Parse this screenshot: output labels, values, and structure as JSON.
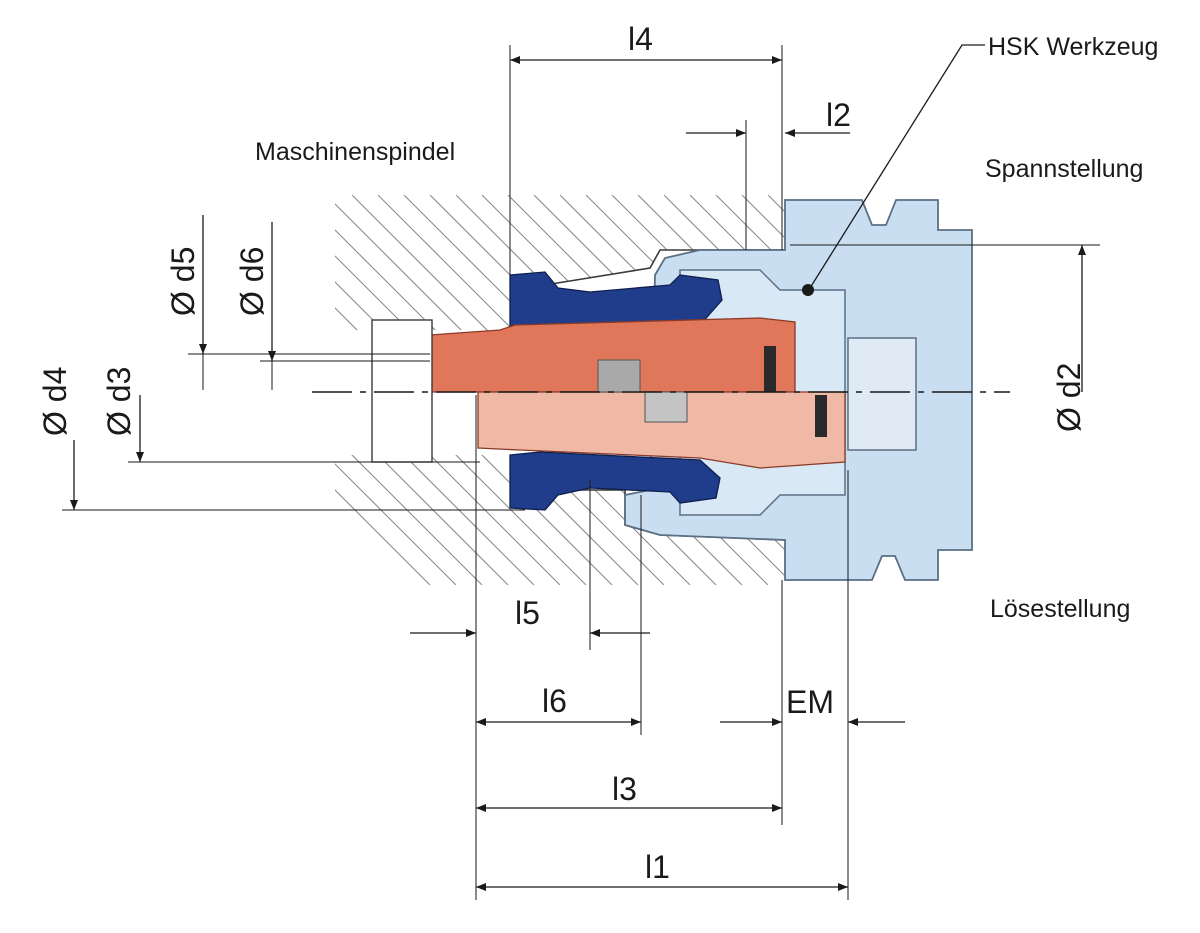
{
  "labels": {
    "spindle": "Maschinenspindel",
    "tool": "HSK Werkzeug",
    "clamped": "Spannstellung",
    "released": "Lösestellung"
  },
  "dimensions": {
    "l1": "l1",
    "l2": "l2",
    "l3": "l3",
    "l4": "l4",
    "l5": "l5",
    "l6": "l6",
    "em": "EM",
    "d2": "Ø d2",
    "d3": "Ø d3",
    "d4": "Ø d4",
    "d5": "Ø d5",
    "d6": "Ø d6"
  },
  "colors": {
    "tool_body": "#c9def0",
    "tool_outline": "#5b6f86",
    "collet": "#1f3d8a",
    "drawbar_upper": "#e0765a",
    "drawbar_lower": "#f0b9a6",
    "hatch": "#8a8a8a",
    "line": "#1a1a1a"
  }
}
